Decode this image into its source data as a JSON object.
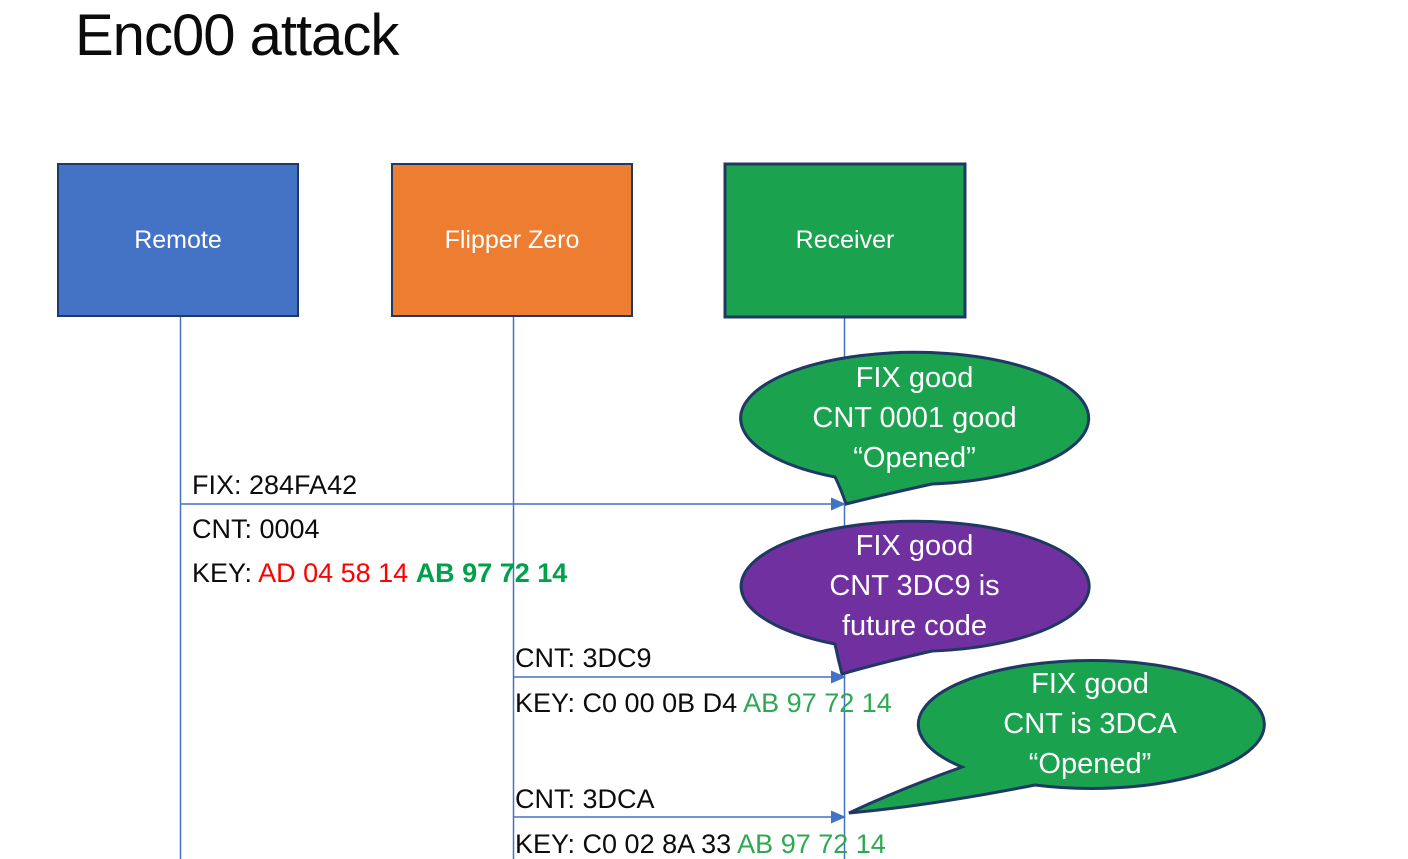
{
  "title": "Enc00 attack",
  "colors": {
    "remote_fill": "#4472C4",
    "flipper_fill": "#ED7D31",
    "receiver_fill": "#1AA24F",
    "bubble_green": "#1AA24F",
    "bubble_purple": "#7030A0",
    "shape_border": "#1F3864",
    "line_blue": "#4472C4",
    "key_red": "#FF0000",
    "key_green_bold": "#00A14B",
    "key_green": "#2EA853"
  },
  "actors": [
    {
      "label": "Remote"
    },
    {
      "label": "Flipper Zero"
    },
    {
      "label": "Receiver"
    }
  ],
  "messages": [
    {
      "fix": "FIX: 284FA42",
      "cnt": "CNT: 0004",
      "key_prefix": "KEY: ",
      "key_red": "AD 04 58 14 ",
      "key_green": "AB 97 72 14"
    },
    {
      "cnt": "CNT: 3DC9",
      "key_black": "KEY: C0 00 0B D4 ",
      "key_green": "AB 97 72 14"
    },
    {
      "cnt": "CNT: 3DCA",
      "key_black": "KEY: C0 02 8A 33 ",
      "key_green": "AB 97 72 14"
    }
  ],
  "bubbles": [
    {
      "line1": "FIX good",
      "line2": "CNT 0001 good",
      "line3": "“Opened”"
    },
    {
      "line1": "FIX good",
      "line2": "CNT 3DC9 is",
      "line3": "future code"
    },
    {
      "line1": "FIX good",
      "line2": "CNT is 3DCA",
      "line3": "“Opened”"
    }
  ]
}
